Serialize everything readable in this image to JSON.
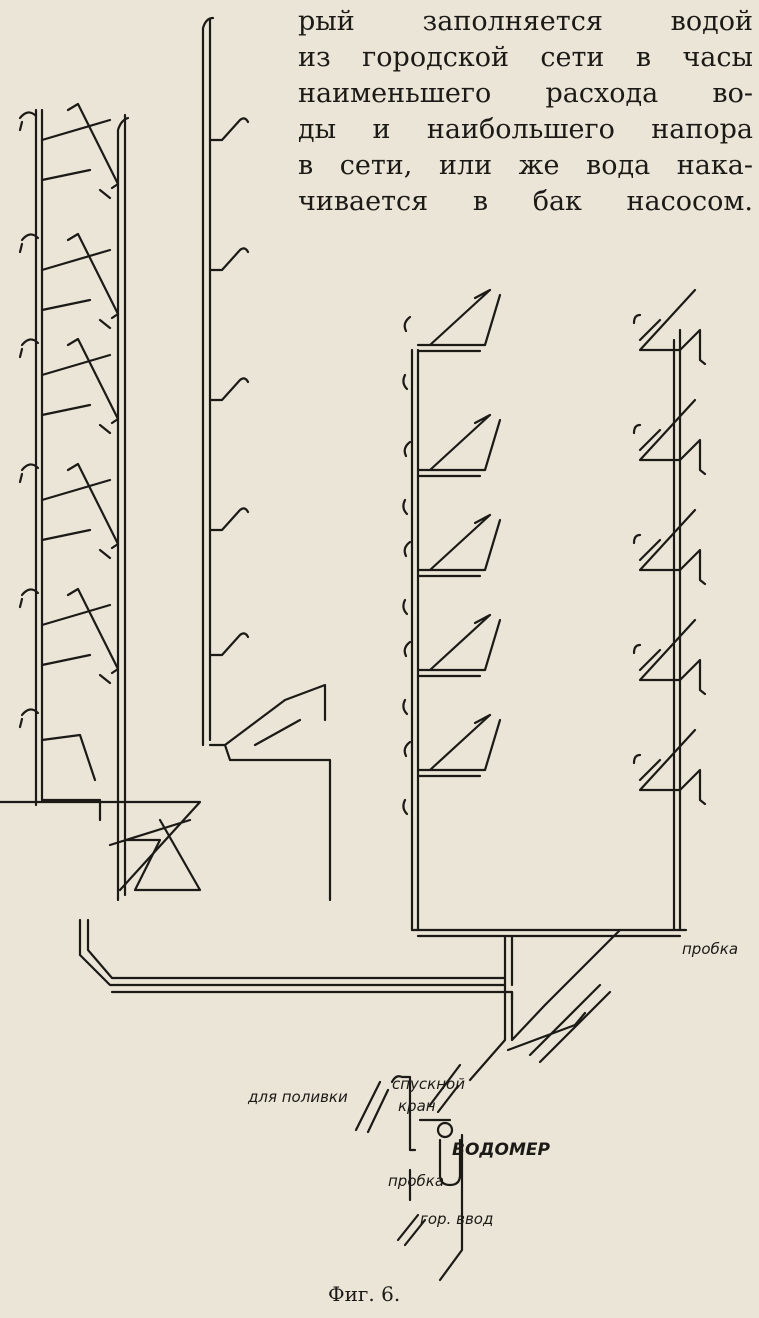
{
  "text_lines": [
    "рый заполняется водой",
    "из городской сети в часы",
    "наименьшего расхода во-",
    "ды и наибольшего напора",
    "в сети, или же вода нака-",
    "чивается в бак насосом."
  ],
  "labels": {
    "plug_top": "пробка",
    "for_watering": "для поливки",
    "drain": "спускной",
    "valve": "кран",
    "water_meter": "ВОДОМЕР",
    "plug_bottom": "пробка",
    "city_inlet": "гор. ввод"
  },
  "caption": "Фиг. 6."
}
